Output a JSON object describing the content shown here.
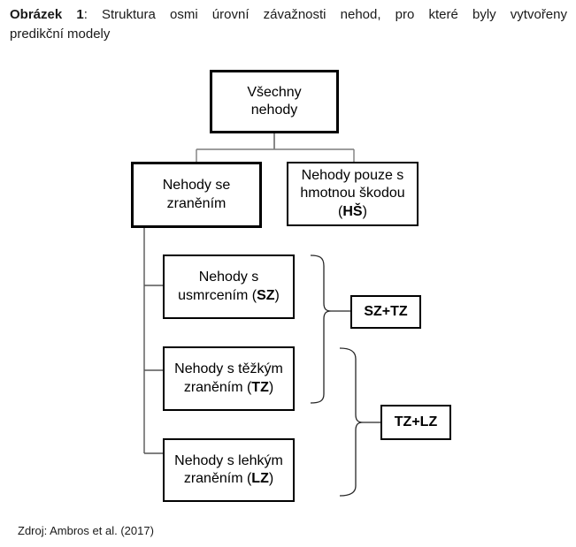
{
  "caption": {
    "label": "Obrázek 1",
    "line1_rest": ": Struktura osmi úrovní závažnosti nehod, pro které byly vytvořeny",
    "line2": "predikční modely"
  },
  "diagram": {
    "nodes": {
      "all": {
        "text": "Všechny\nnehody"
      },
      "injury": {
        "text": "Nehody se\nzraněním"
      },
      "damage": {
        "pre": "Nehody pouze s\nhmotnou škodou\n(",
        "code": "HŠ",
        "post": ")"
      },
      "sz": {
        "pre": "Nehody s\nusmrcením (",
        "code": "SZ",
        "post": ")"
      },
      "tz": {
        "pre": "Nehody s těžkým\nzraněním (",
        "code": "TZ",
        "post": ")"
      },
      "lz": {
        "pre": "Nehody s lehkým\nzraněním (",
        "code": "LZ",
        "post": ")"
      },
      "sztz": {
        "text": "SZ+TZ"
      },
      "tzlz": {
        "text": "TZ+LZ"
      }
    }
  },
  "source_note": "Zdroj: Ambros et al. (2017)",
  "colors": {
    "box_border": "#000000",
    "tree_line": "#6b6b6b",
    "brace_line": "#262626",
    "text": "#000000",
    "background": "#ffffff"
  }
}
